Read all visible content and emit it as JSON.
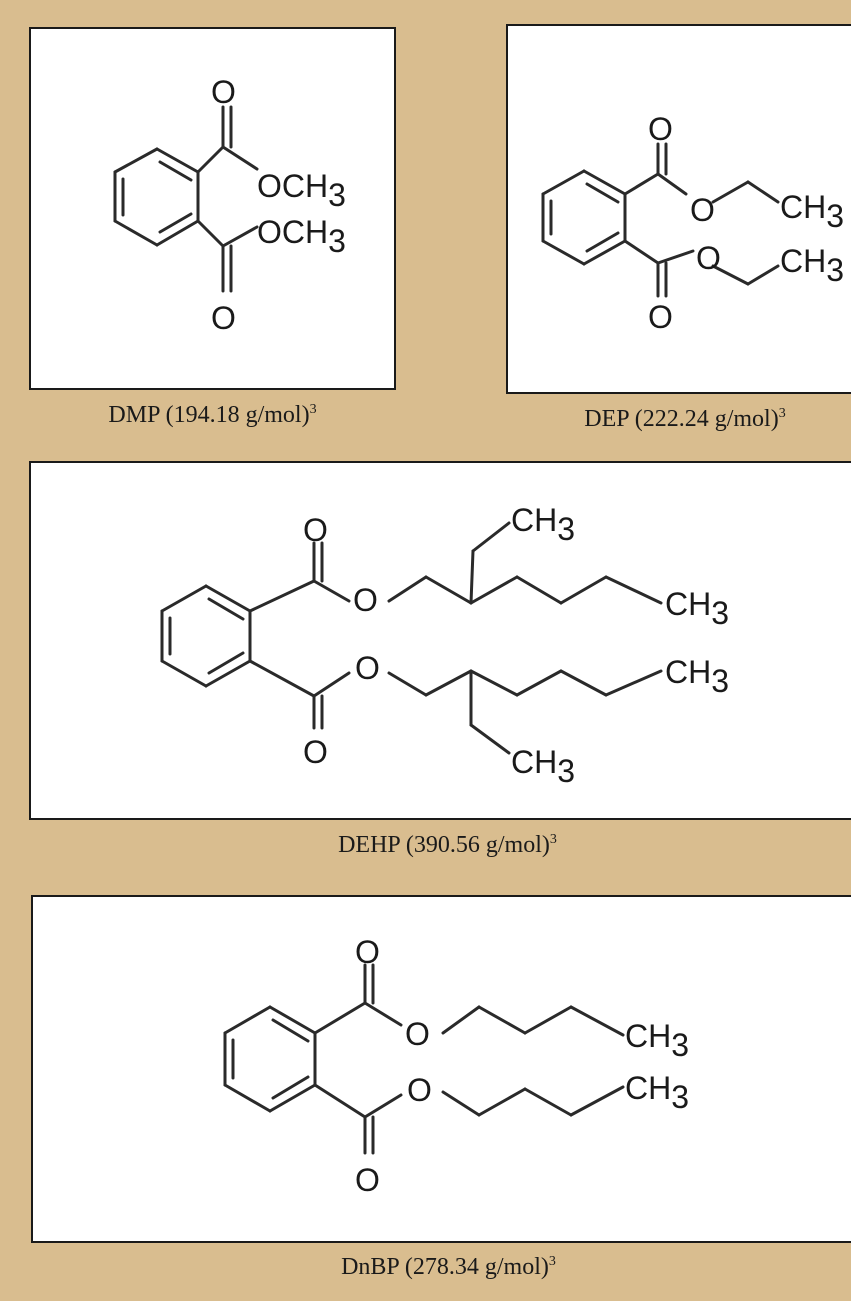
{
  "structures": [
    {
      "id": "dmp",
      "name": "DMP",
      "molar_mass": "194.18",
      "unit": "g/mol",
      "ref": "3",
      "labels": {
        "o_top": "O",
        "o_bottom": "O",
        "group_top": "OCH",
        "group_top_sub": "3",
        "group_bottom": "OCH",
        "group_bottom_sub": "3"
      }
    },
    {
      "id": "dep",
      "name": "DEP",
      "molar_mass": "222.24",
      "unit": "g/mol",
      "ref": "3",
      "labels": {
        "o_top": "O",
        "o_bottom": "O",
        "o_ester_top": "O",
        "o_ester_bottom": "O",
        "ch3_top": "CH",
        "ch3_top_sub": "3",
        "ch3_bottom": "CH",
        "ch3_bottom_sub": "3"
      }
    },
    {
      "id": "dehp",
      "name": "DEHP",
      "molar_mass": "390.56",
      "unit": "g/mol",
      "ref": "3",
      "labels": {
        "o_top": "O",
        "o_bottom": "O",
        "o_ester_top": "O",
        "o_ester_bottom": "O",
        "ch3_branch_top": "CH",
        "ch3_branch_top_sub": "3",
        "ch3_chain_top": "CH",
        "ch3_chain_top_sub": "3",
        "ch3_chain_bottom": "CH",
        "ch3_chain_bottom_sub": "3",
        "ch3_branch_bottom": "CH",
        "ch3_branch_bottom_sub": "3"
      }
    },
    {
      "id": "dnbp",
      "name": "DnBP",
      "molar_mass": "278.34",
      "unit": "g/mol",
      "ref": "3",
      "labels": {
        "o_top": "O",
        "o_bottom": "O",
        "o_ester_top": "O",
        "o_ester_bottom": "O",
        "ch3_top": "CH",
        "ch3_top_sub": "3",
        "ch3_bottom": "CH",
        "ch3_bottom_sub": "3"
      }
    }
  ]
}
